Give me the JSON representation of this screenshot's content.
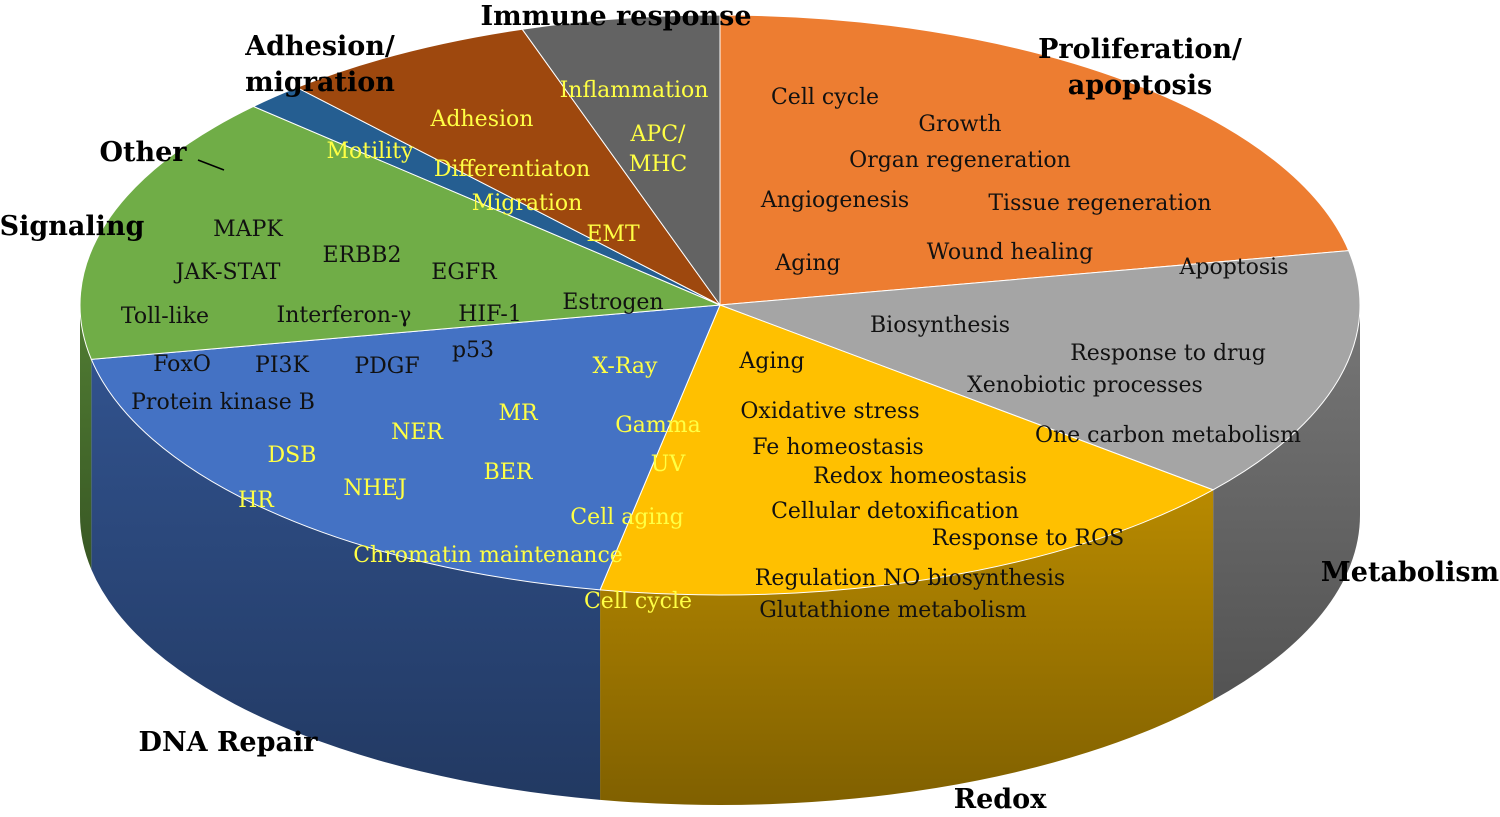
{
  "chart_data": {
    "type": "pie",
    "style": "3d-exploded-perspective",
    "slices": [
      {
        "name": "Proliferation/\napoptosis",
        "value": 22,
        "color": "#ED7D31",
        "text_color": "dark",
        "items": [
          "Cell cycle",
          "Growth",
          "Organ regeneration",
          "Angiogenesis",
          "Tissue regeneration",
          "Aging",
          "Wound healing",
          "Apoptosis"
        ]
      },
      {
        "name": "Metabolism",
        "value": 14,
        "color": "#A5A5A5",
        "text_color": "dark",
        "items": [
          "Biosynthesis",
          "Response to drug",
          "Xenobiotic processes",
          "One carbon metabolism"
        ]
      },
      {
        "name": "Redox",
        "value": 17,
        "color": "#FFC000",
        "text_color": "dark",
        "items": [
          "Aging",
          "Oxidative stress",
          "Fe homeostasis",
          "Redox homeostasis",
          "Cellular detoxification",
          "Response to ROS",
          "Regulation NO biosynthesis",
          "Glutathione metabolism"
        ]
      },
      {
        "name": "DNA Repair",
        "value": 19,
        "color": "#4472C4",
        "text_color": "light",
        "items": [
          "X-Ray",
          "MR",
          "Gamma",
          "NER",
          "DSB",
          "UV",
          "BER",
          "NHEJ",
          "HR",
          "Cell aging",
          "Chromatin maintenance",
          "Cell cycle"
        ]
      },
      {
        "name": "Signaling",
        "value": 15,
        "color": "#70AD47",
        "text_color": "dark",
        "items": [
          "MAPK",
          "ERBB2",
          "JAK-STAT",
          "EGFR",
          "Toll-like",
          "Interferon-γ",
          "HIF-1",
          "Estrogen",
          "FoxO",
          "PI3K",
          "PDGF",
          "p53",
          "Protein kinase B"
        ]
      },
      {
        "name": "Other",
        "value": 1.5,
        "color": "#255E91",
        "text_color": "light",
        "items": []
      },
      {
        "name": "Adhesion/\nmigration",
        "value": 6.5,
        "color": "#9E480E",
        "text_color": "light",
        "items": [
          "Adhesion",
          "Motility",
          "Differentiaton",
          "Migration",
          "EMT"
        ]
      },
      {
        "name": "Immune response",
        "value": 5,
        "color": "#636363",
        "text_color": "light",
        "items": [
          "Inflammation",
          "APC/\nMHC"
        ]
      }
    ],
    "legend": "none"
  }
}
